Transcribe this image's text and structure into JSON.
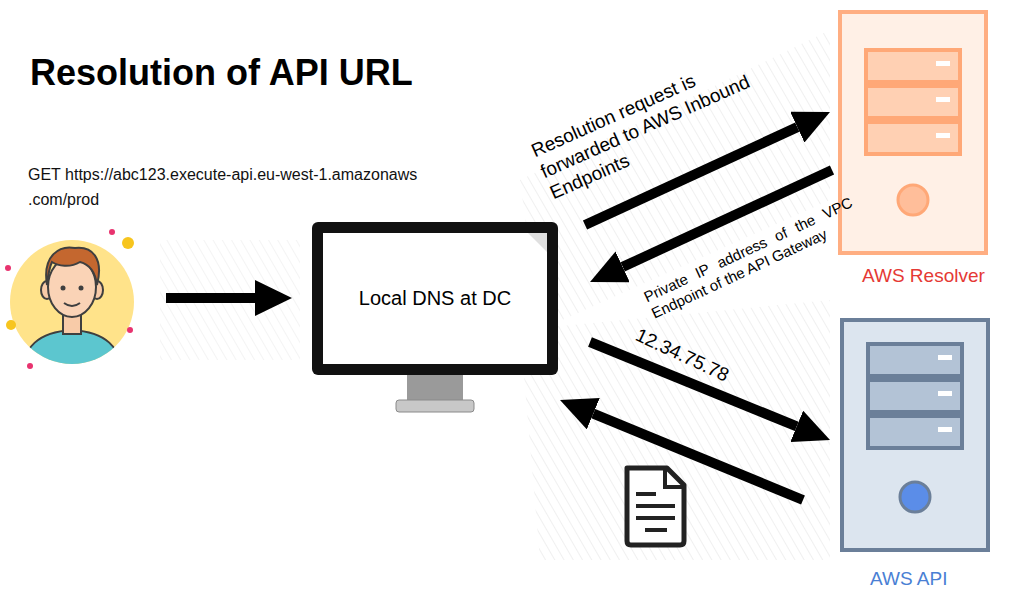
{
  "diagram": {
    "title": "Resolution of API URL",
    "nodes": [
      {
        "text": [
          "Local DNS at DC"
        ]
      },
      {
        "text": [
          "AWS Resolver"
        ]
      },
      {
        "text": [
          "AWS API"
        ]
      }
    ],
    "edges": [
      {
        "from": 0,
        "to": 1,
        "arrow": "to",
        "label": "Resolution request is forwarded to AWS Inbound Endpoints"
      },
      {
        "from": 1,
        "to": 0,
        "arrow": "to",
        "label": "Private IP address of the VPC Endpoint of the API Gateway"
      },
      {
        "from": 0,
        "to": 2,
        "arrow": "to",
        "label": "12.34.75.78"
      },
      {
        "from": 2,
        "to": 0,
        "arrow": "to"
      }
    ],
    "labels": [
      "GET https://abc123.execute-api.eu-west-1.amazonaws .com/prod"
    ]
  }
}
